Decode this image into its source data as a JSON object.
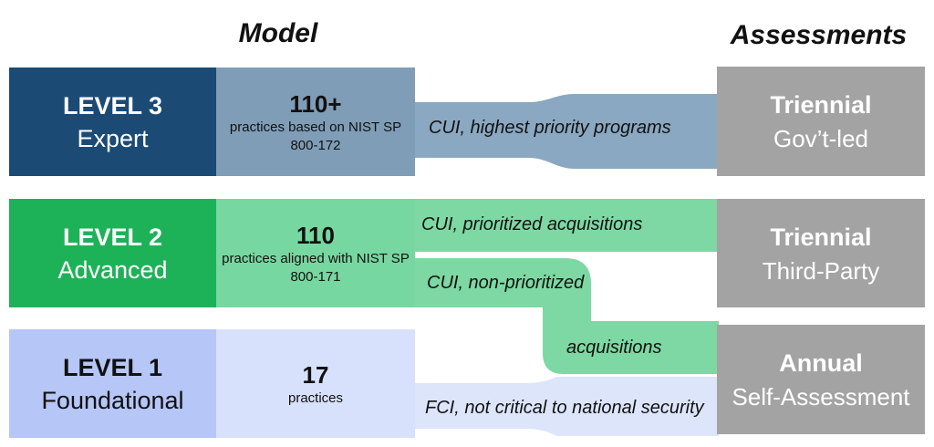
{
  "headers": {
    "model": "Model",
    "assessments": "Assessments"
  },
  "levels": [
    {
      "title": "LEVEL 3",
      "subtitle": "Expert",
      "count": "110+",
      "description": "practices based on NIST SP 800-172",
      "colors": {
        "level_bg": "#1b4a75",
        "practice_bg": "#7f9db6",
        "text": "#ffffff"
      }
    },
    {
      "title": "LEVEL 2",
      "subtitle": "Advanced",
      "count": "110",
      "description": "practices aligned with NIST SP 800-171",
      "colors": {
        "level_bg": "#1eb258",
        "practice_bg": "#77d7a0",
        "text": "#ffffff"
      }
    },
    {
      "title": "LEVEL 1",
      "subtitle": "Foundational",
      "count": "17",
      "description": "practices",
      "colors": {
        "level_bg": "#b5c6f7",
        "practice_bg": "#d8e1fb",
        "text": "#111111"
      }
    }
  ],
  "assessments": [
    {
      "title": "Triennial",
      "subtitle": "Gov’t-led"
    },
    {
      "title": "Triennial",
      "subtitle": "Third-Party"
    },
    {
      "title": "Annual",
      "subtitle": "Self-Assessment"
    }
  ],
  "flows": {
    "cui_highest": "CUI, highest priority programs",
    "cui_prioritized": "CUI, prioritized acquisitions",
    "cui_non_prioritized": "CUI, non-prioritized",
    "acquisitions": "acquisitions",
    "fci": "FCI, not critical to national security"
  },
  "colors": {
    "assessment_bg": "#a3a3a3",
    "band_blue": "#8aa8c1",
    "band_green": "#7dd8a3",
    "band_lavender": "#dde5fb"
  }
}
